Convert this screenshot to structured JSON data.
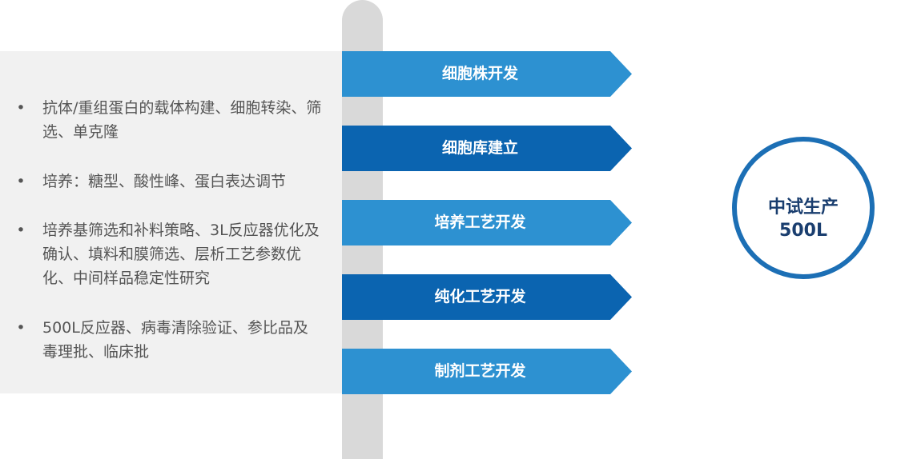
{
  "bullets": [
    "抗体/重组蛋白的载体构建、细胞转染、筛选、单克隆",
    "培养：糖型、酸性峰、蛋白表达调节",
    "培养基筛选和补料策略、3L反应器优化及确认、填料和膜筛选、层析工艺参数优化、中间样品稳定性研究",
    "500L反应器、病毒清除验证、参比品及毒理批、临床批"
  ],
  "steps": [
    {
      "label": "细胞株开发",
      "color": "#2d91d1"
    },
    {
      "label": "细胞库建立",
      "color": "#0b64b0"
    },
    {
      "label": "培养工艺开发",
      "color": "#2d91d1"
    },
    {
      "label": "纯化工艺开发",
      "color": "#0b64b0"
    },
    {
      "label": "制剂工艺开发",
      "color": "#2d91d1"
    }
  ],
  "circle": {
    "line1": "中试生产",
    "line2": "500L",
    "border_color": "#1c6fb5"
  }
}
